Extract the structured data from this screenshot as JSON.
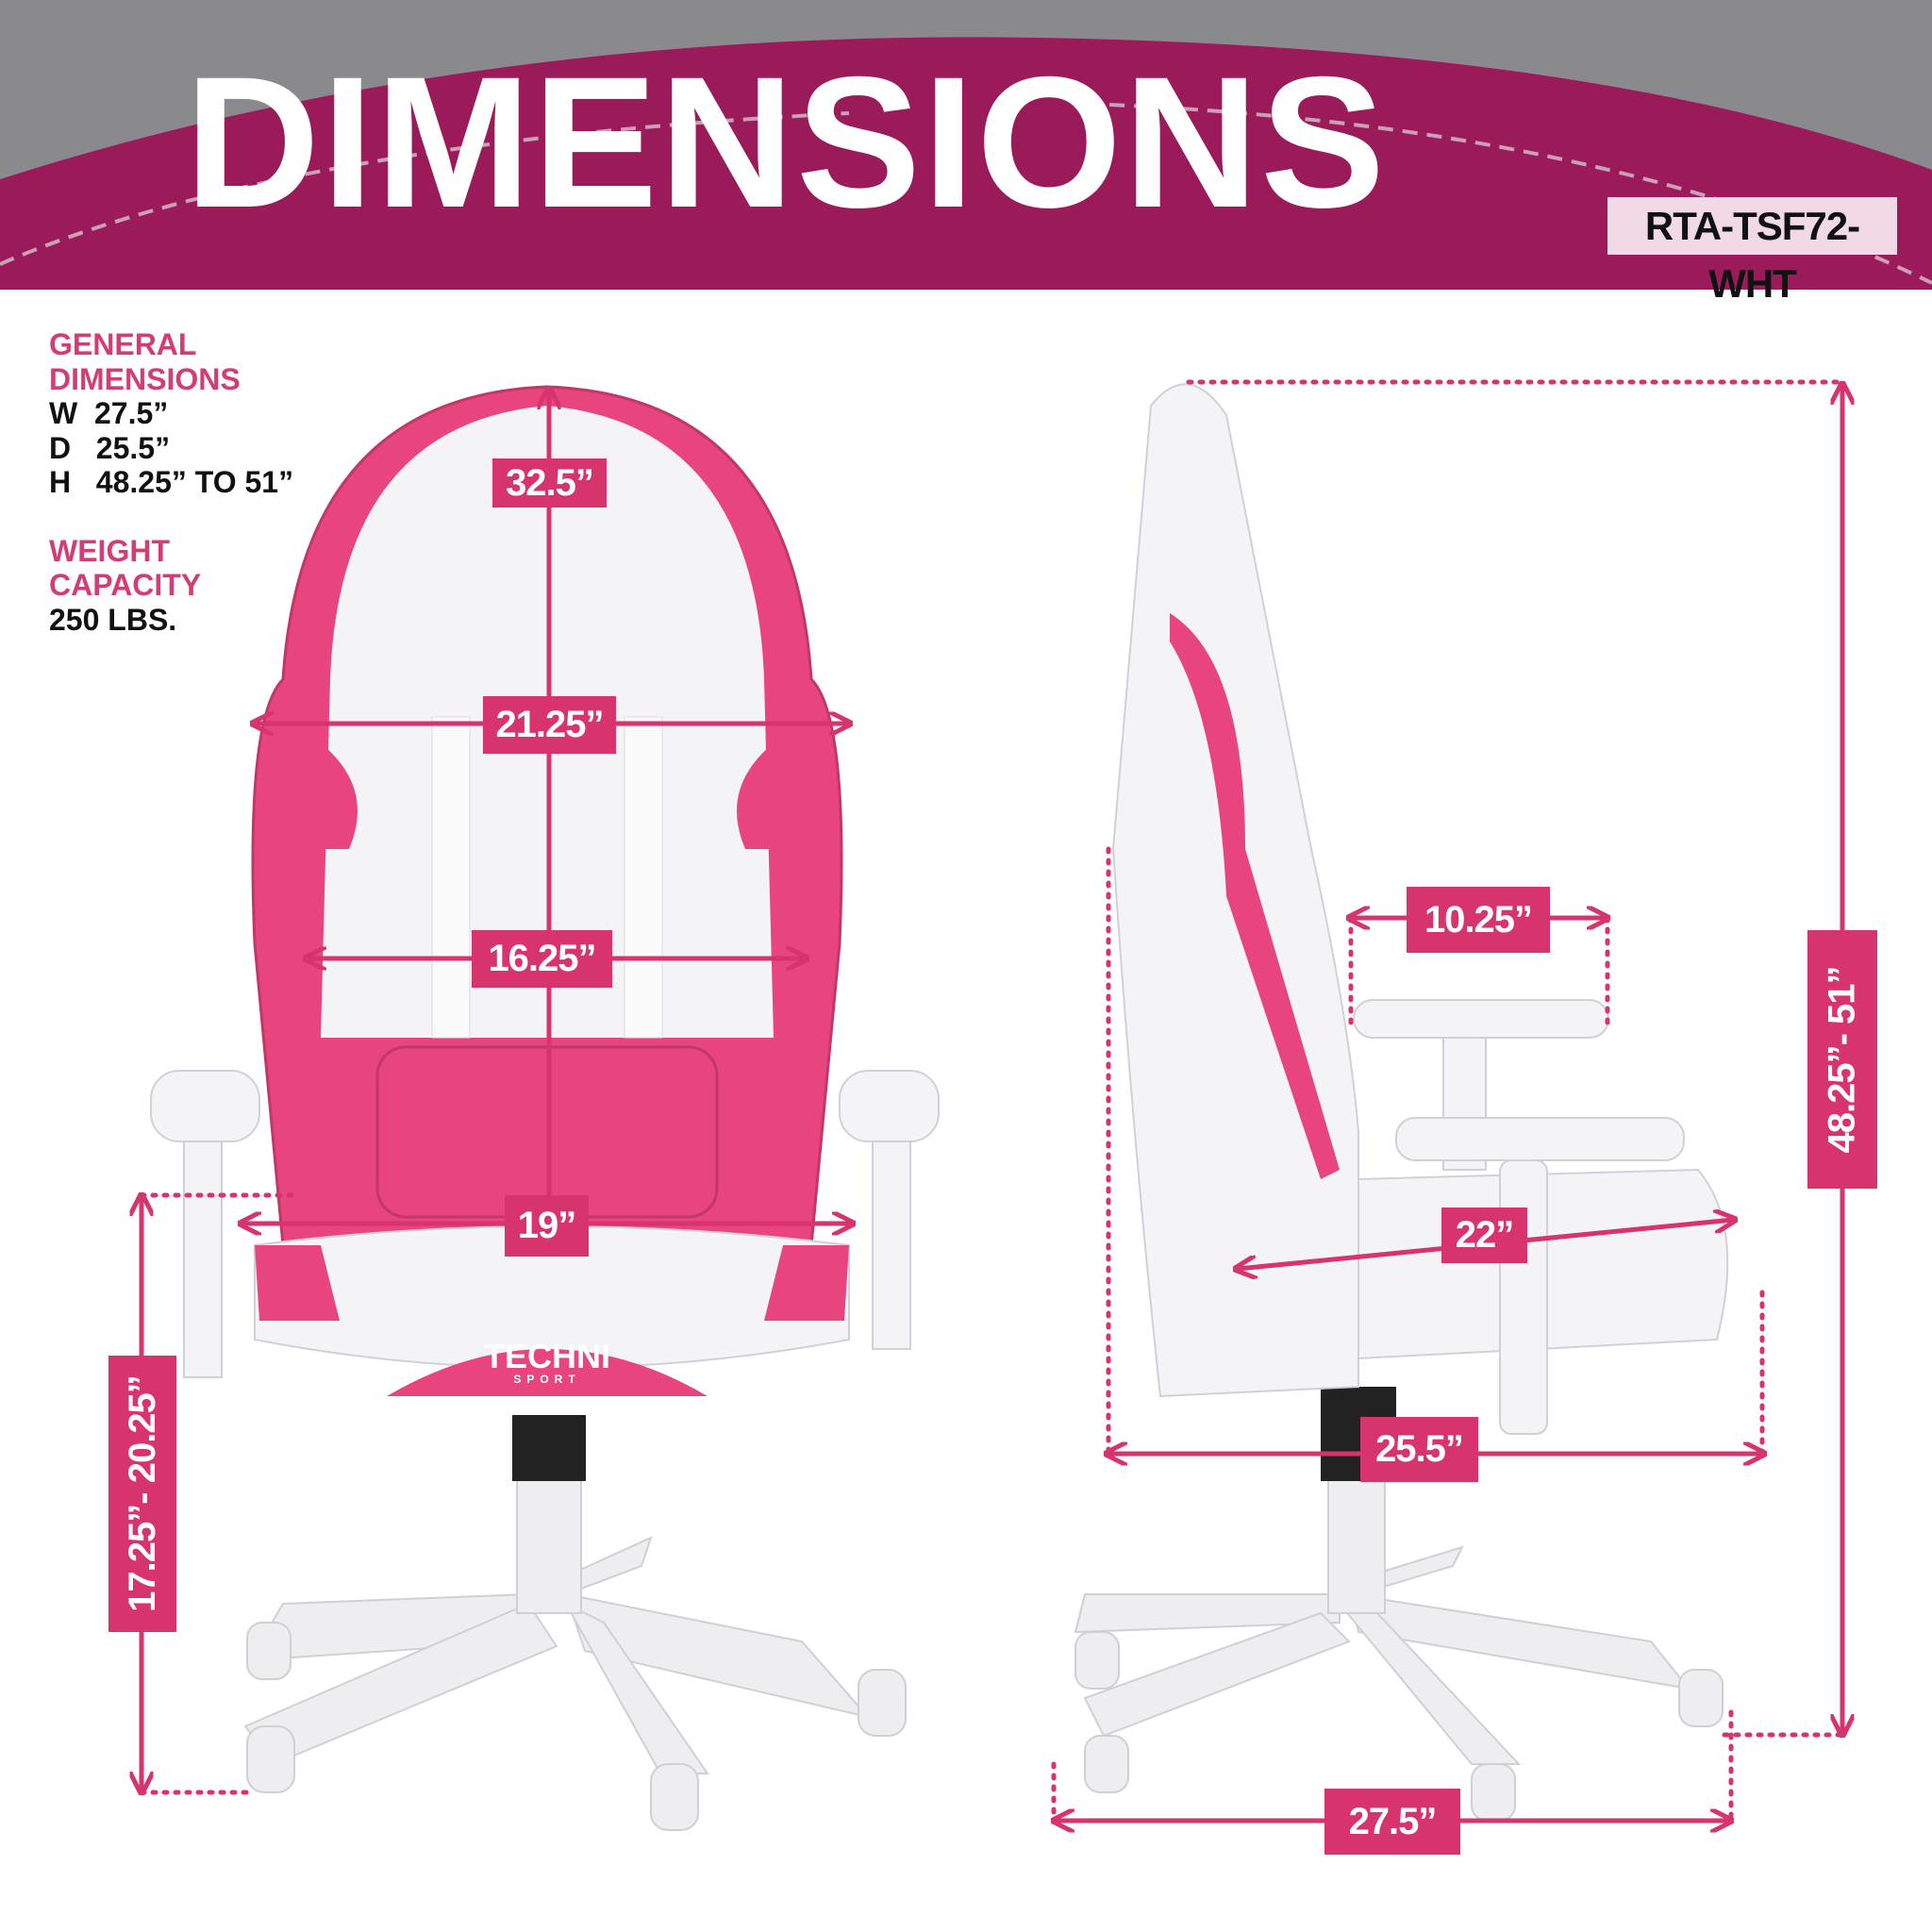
{
  "header": {
    "title": "DIMENSIONS",
    "model_number": "RTA-TSF72-WHT"
  },
  "specs": {
    "general_heading_1": "GENERAL",
    "general_heading_2": "DIMENSIONS",
    "width": "W  27.5”",
    "depth": "D   25.5”",
    "height": "H   48.25” TO 51”",
    "weight_heading_1": "WEIGHT",
    "weight_heading_2": "CAPACITY",
    "weight_value": "250 LBS."
  },
  "front_view": {
    "headrest_height": "32.5”",
    "shoulder_width": "21.25”",
    "back_width": "16.25”",
    "seat_width": "19”",
    "seat_height": "17.25”- 20.25”",
    "seat_logo": "TECHNI",
    "seat_logo_sub": "SPORT"
  },
  "side_view": {
    "armrest_depth": "10.25”",
    "seat_depth": "22”",
    "chair_depth": "25.5”",
    "base_width": "27.5”",
    "total_height": "48.25”- 51”"
  },
  "colors": {
    "banner": "#9b1b5a",
    "accent": "#d6336f",
    "chair_pink": "#e8457f",
    "chair_white": "#f4f4f6",
    "label_bg": "#f2d9e6"
  }
}
